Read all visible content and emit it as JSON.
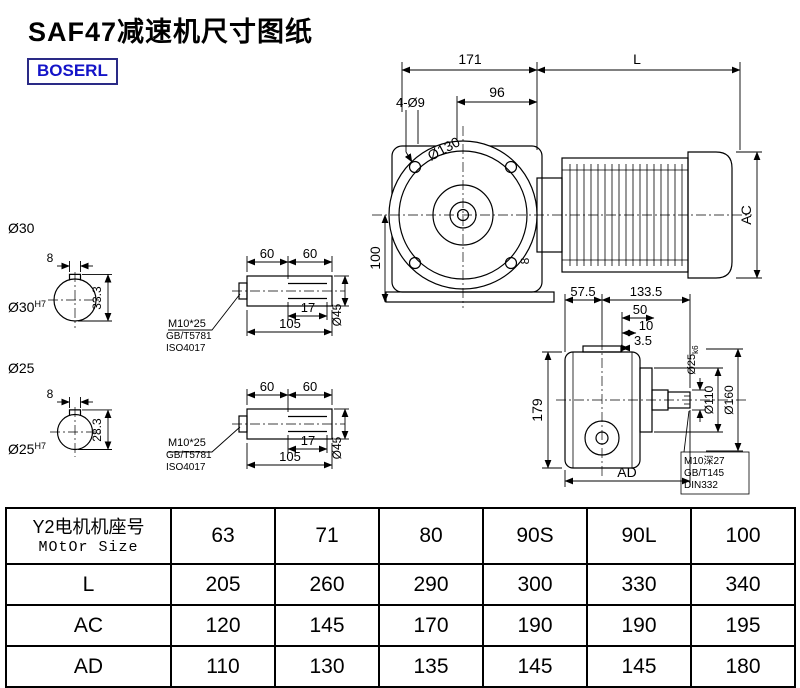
{
  "page": {
    "title": "SAF47减速机尺寸图纸",
    "brand": "BOSERL"
  },
  "front_view": {
    "dim_171": "171",
    "dim_L": "L",
    "dim_96": "96",
    "holes_label": "4-Ø9",
    "flange_label": "Ø130",
    "dim_100": "100",
    "dim_AC": "AC",
    "dim_8": "8"
  },
  "section_30": {
    "outer_label": "Ø30",
    "key_width": "8",
    "key_depth": "33.3",
    "bore": "Ø30",
    "bore_fit": "H7"
  },
  "section_25": {
    "outer_label": "Ø25",
    "key_width": "8",
    "key_depth": "28.3",
    "bore": "Ø25",
    "bore_fit": "H7"
  },
  "shaft_top": {
    "dim_60a": "60",
    "dim_60b": "60",
    "dim_17": "17",
    "dim_105": "105",
    "dia": "Ø45",
    "note1": "M10*25",
    "note2": "GB/T5781",
    "note3": "ISO4017"
  },
  "shaft_bottom": {
    "dim_60a": "60",
    "dim_60b": "60",
    "dim_17": "17",
    "dim_105": "105",
    "dia": "Ø45",
    "note1": "M10*25",
    "note2": "GB/T5781",
    "note3": "ISO4017"
  },
  "side_view": {
    "dim_57_5": "57.5",
    "dim_133_5": "133.5",
    "dim_50": "50",
    "dim_10": "10",
    "dim_3_5": "3.5",
    "dim_179": "179",
    "dim_AD": "AD",
    "dia_25": "Ø25",
    "dia_25_fit": "k6",
    "dia_110": "Ø110",
    "dia_160": "Ø160",
    "tap_note1": "M10深27",
    "tap_note2": "GB/T145",
    "tap_note3": "DIN332"
  },
  "table": {
    "header_cn": "Y2电机机座号",
    "header_en": "MOtOr Size",
    "sizes": [
      "63",
      "71",
      "80",
      "90S",
      "90L",
      "100"
    ],
    "rows": [
      {
        "label": "L",
        "values": [
          "205",
          "260",
          "290",
          "300",
          "330",
          "340"
        ]
      },
      {
        "label": "AC",
        "values": [
          "120",
          "145",
          "170",
          "190",
          "190",
          "195"
        ]
      },
      {
        "label": "AD",
        "values": [
          "110",
          "130",
          "135",
          "145",
          "145",
          "180"
        ]
      }
    ]
  }
}
